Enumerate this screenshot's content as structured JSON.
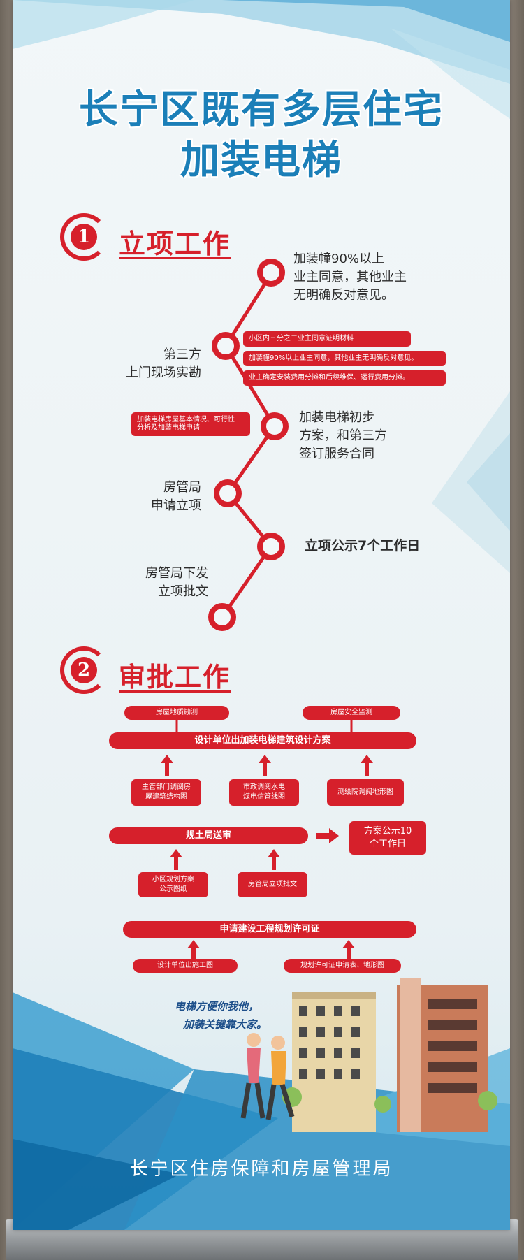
{
  "header": {
    "title_line1": "长宁区既有多层住宅",
    "title_line2": "加装电梯"
  },
  "section1": {
    "number": "1",
    "title": "立项工作",
    "steps": [
      {
        "text": "加装幢90%以上\n业主同意，其他业主\n无明确反对意见。"
      },
      {
        "text": "第三方\n上门现场实勘"
      },
      {
        "text": "加装电梯初步\n方案，和第三方\n签订服务合同"
      },
      {
        "text": "房管局\n申请立项"
      },
      {
        "text": "立项公示7个工作日"
      },
      {
        "text": "房管局下发\n立项批文"
      }
    ],
    "notes_right": [
      "小区内三分之二业主同意证明材料",
      "加装幢90%以上业主同意，其他业主无明确反对意见。",
      "业主确定安装费用分摊和后续维保、运行费用分摊。"
    ],
    "note_left": "加装电梯房屋基本情况、可行性\n分析及加装电梯申请"
  },
  "section2": {
    "number": "2",
    "title": "审批工作",
    "top_tags": [
      "房屋地质勘测",
      "房屋安全监测"
    ],
    "main_bar1": "设计单位出加装电梯建筑设计方案",
    "inputs1": [
      "主管部门调阅房\n屋建筑结构图",
      "市政调阅水电\n煤电信管线图",
      "测绘院调阅地形图"
    ],
    "main_bar2": "规土局送审",
    "publicity": "方案公示10\n个工作日",
    "inputs2": [
      "小区规划方案\n公示图纸",
      "房管局立项批文"
    ],
    "main_bar3": "申请建设工程规划许可证",
    "inputs3": [
      "设计单位出施工图",
      "规划许可证申请表、地形图"
    ]
  },
  "slogan": {
    "line1": "电梯方便你我他，",
    "line2": "加装关键靠大家。"
  },
  "footer": {
    "org": "长宁区住房保障和房屋管理局"
  },
  "colors": {
    "accent": "#d6202b",
    "title_blue": "#1b7fb8"
  }
}
